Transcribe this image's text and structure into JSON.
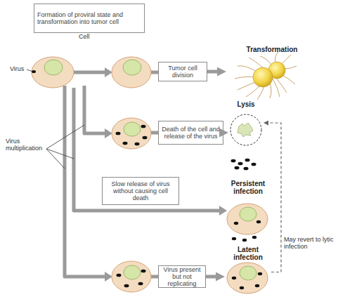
{
  "diagram": {
    "nodes": [
      {
        "text": [
          "Formation of proviral state and transformation into tumor cell"
        ]
      },
      {
        "text": [
          "Tumor cell division"
        ]
      },
      {
        "text": [
          "Transformation"
        ]
      },
      {
        "text": [
          "Death of the cell and release of the virus"
        ]
      },
      {
        "text": [
          "Lysis"
        ]
      },
      {
        "text": [
          "Slow release of virus without causing cell death"
        ]
      },
      {
        "text": [
          "Persistent infection"
        ]
      },
      {
        "text": [
          "Virus present but not replicating"
        ]
      },
      {
        "text": [
          "Latent infection"
        ]
      }
    ],
    "edges": [
      {
        "from": 1,
        "to": 2,
        "arrow": "to"
      },
      {
        "from": 3,
        "to": 4,
        "arrow": "to"
      },
      {
        "from": 7,
        "to": 8,
        "arrow": "to"
      },
      {
        "from": 8,
        "to": 4,
        "label": "May revert to lytic infection",
        "arrow": "to"
      }
    ],
    "labels": [
      "Cell",
      "Virus",
      "Virus multiplication"
    ]
  }
}
